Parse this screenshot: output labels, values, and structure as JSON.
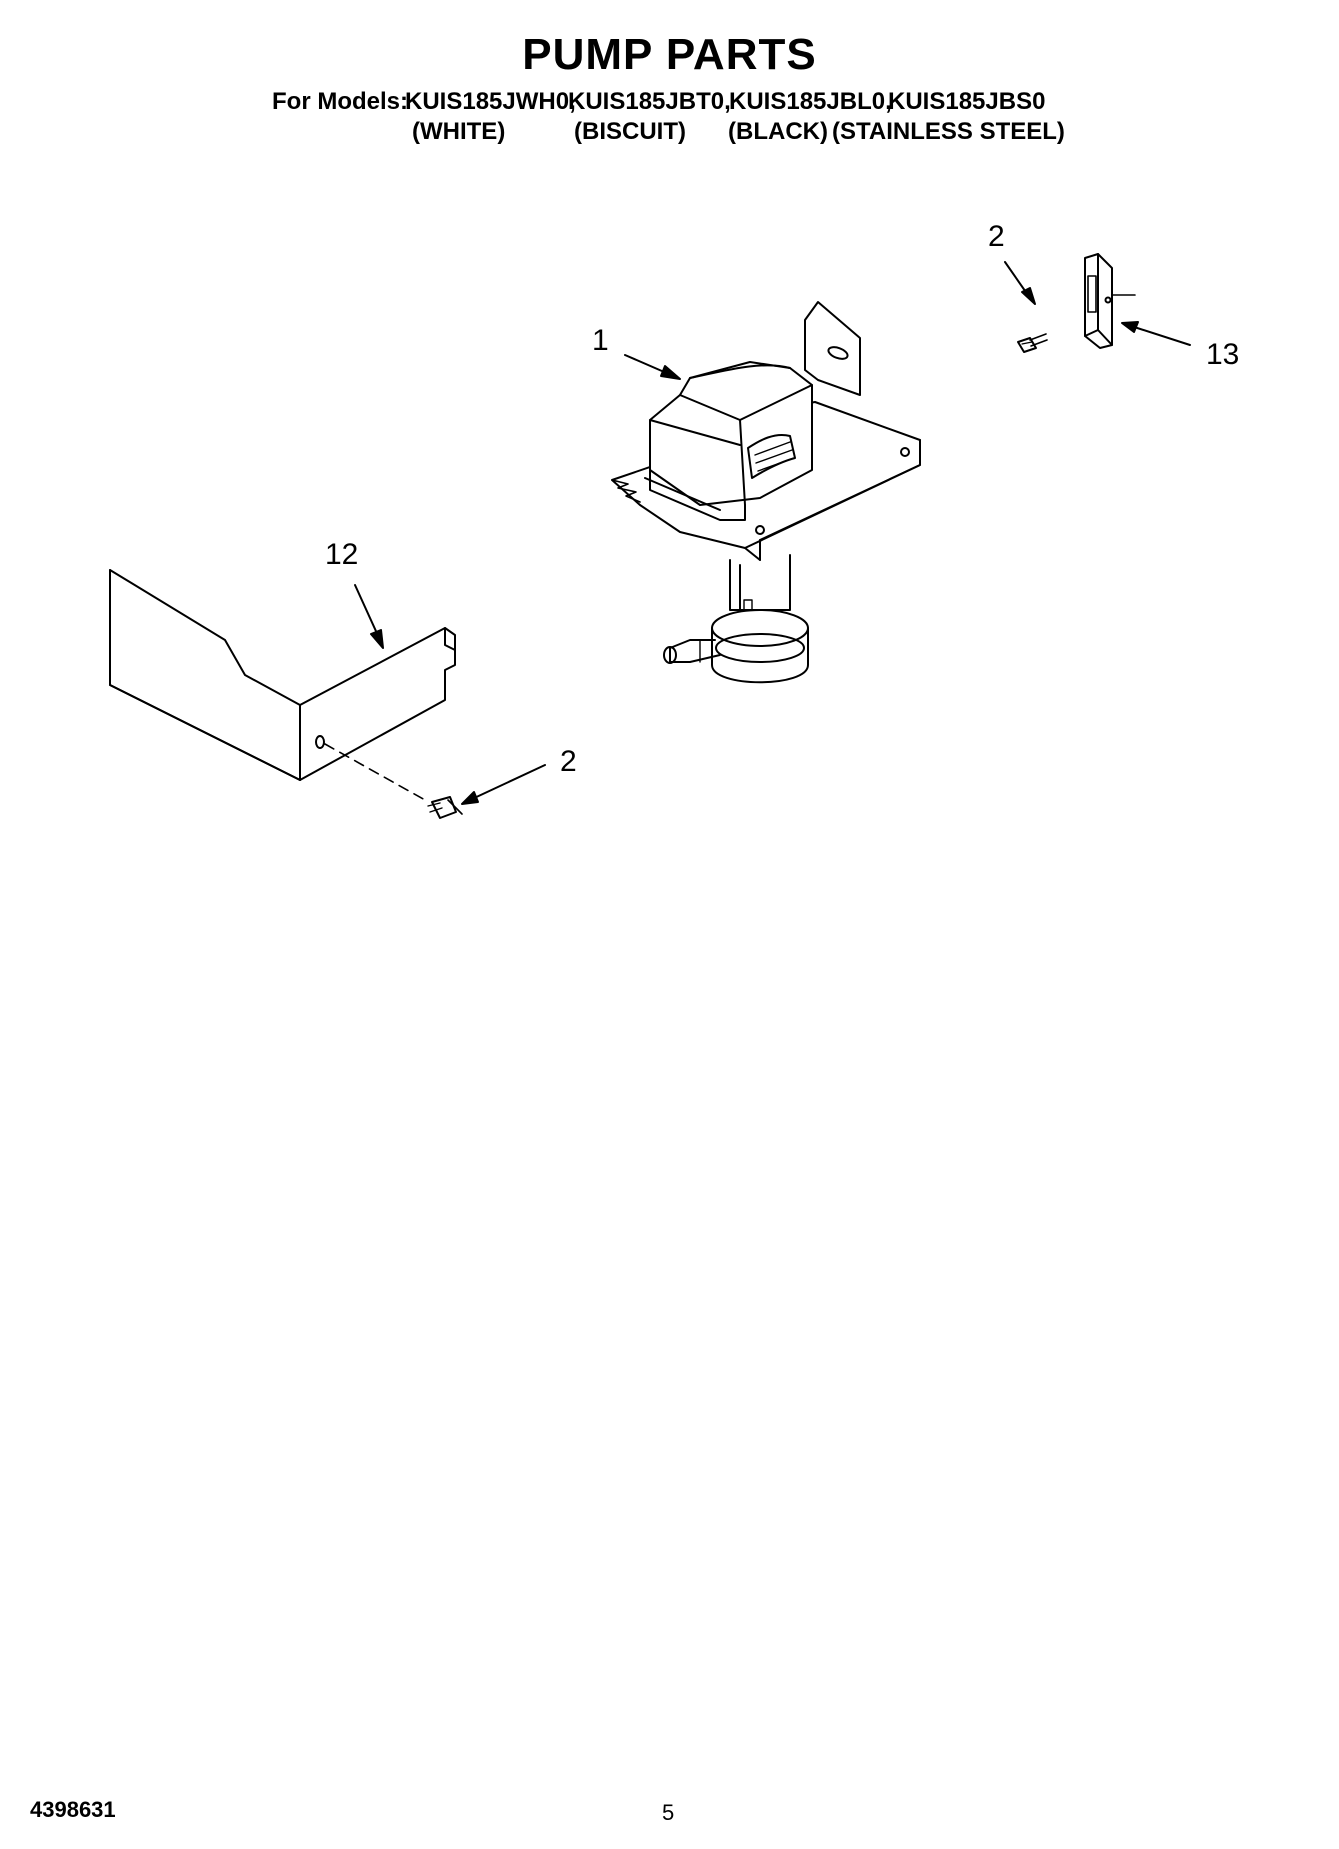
{
  "header": {
    "title": "PUMP PARTS",
    "models_prefix": "For Models:",
    "models": [
      "KUIS185JWH0,",
      "KUIS185JBT0,",
      "KUIS185JBL0,",
      "KUIS185JBS0"
    ],
    "colors": [
      "(WHITE)",
      "(BISCUIT)",
      "(BLACK)",
      "(STAINLESS STEEL)"
    ]
  },
  "callouts": {
    "pump": "1",
    "screw_top": "2",
    "bracket": "13",
    "cover": "12",
    "screw_bottom": "2"
  },
  "footer": {
    "doc_number": "4398631",
    "page": "5"
  }
}
